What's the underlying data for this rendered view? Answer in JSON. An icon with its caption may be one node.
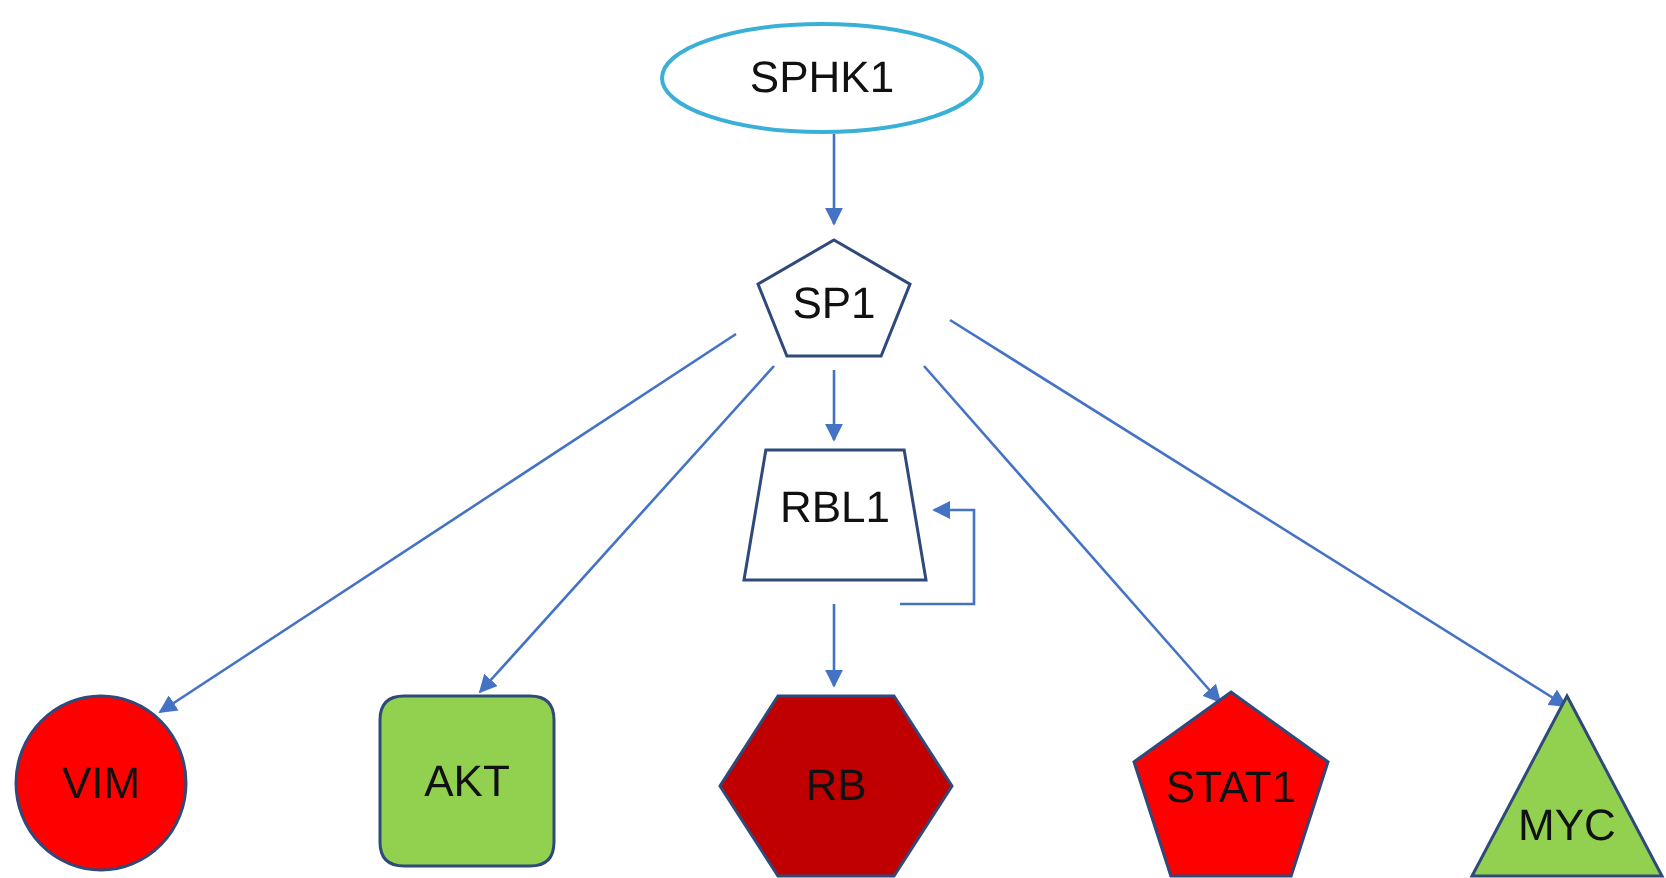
{
  "diagram": {
    "nodes": [
      {
        "text": [
          "SPHK1"
        ]
      },
      {
        "text": [
          "SP1"
        ]
      },
      {
        "text": [
          "RBL1"
        ]
      },
      {
        "text": [
          "VIM"
        ]
      },
      {
        "text": [
          "AKT"
        ]
      },
      {
        "text": [
          "RB"
        ]
      },
      {
        "text": [
          "STAT1"
        ]
      },
      {
        "text": [
          "MYC"
        ]
      }
    ],
    "edges": [
      {
        "from": 0,
        "to": 1,
        "arrow": "to"
      },
      {
        "from": 1,
        "to": 2,
        "arrow": "to"
      },
      {
        "from": 1,
        "to": 3,
        "arrow": "to"
      },
      {
        "from": 1,
        "to": 4,
        "arrow": "to"
      },
      {
        "from": 2,
        "to": 2,
        "arrow": "to"
      },
      {
        "from": 2,
        "to": 5,
        "arrow": "to"
      },
      {
        "from": 1,
        "to": 6,
        "arrow": "to"
      },
      {
        "from": 1,
        "to": 7,
        "arrow": "to"
      }
    ]
  }
}
